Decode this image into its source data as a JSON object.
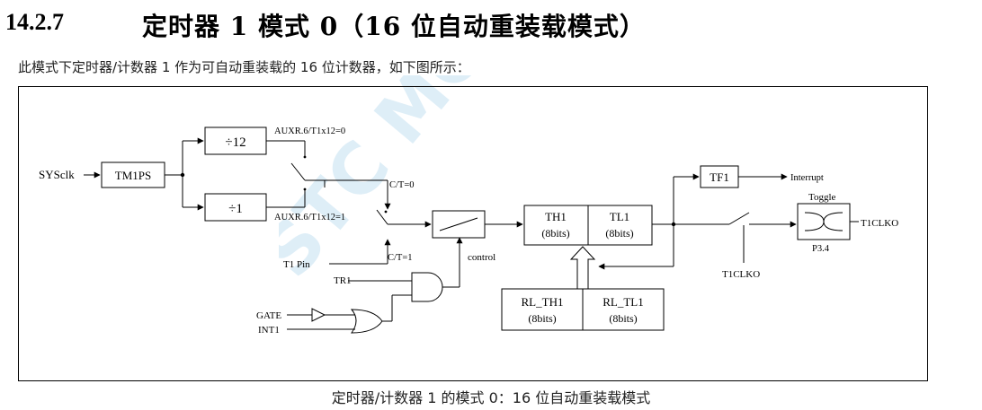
{
  "heading": {
    "number": "14.2.7",
    "title": "定时器 1 模式 0（16 位自动重装载模式）"
  },
  "intro": "此模式下定时器/计数器 1 作为可自动重装载的 16 位计数器，如下图所示：",
  "watermark": "STC MCU",
  "diagram": {
    "sysclk": "SYSclk",
    "tm1ps": "TM1PS",
    "div12": "÷12",
    "div1": "÷1",
    "auxr_t1x12_0": "AUXR.6/T1x12=0",
    "auxr_t1x12_1": "AUXR.6/T1x12=1",
    "ct0": "C/T=0",
    "ct1": "C/T=1",
    "t1pin": "T1 Pin",
    "control": "control",
    "tr1": "TR1",
    "gate": "GATE",
    "int1": "INT1",
    "th1": "TH1",
    "tl1": "TL1",
    "bits8": "(8bits)",
    "rl_th1": "RL_TH1",
    "rl_tl1": "RL_TL1",
    "tf1": "TF1",
    "interrupt": "Interrupt",
    "toggle": "Toggle",
    "p34": "P3.4",
    "t1clko": "T1CLKO"
  },
  "caption": "定时器/计数器 1 的模式 0：16 位自动重装载模式"
}
